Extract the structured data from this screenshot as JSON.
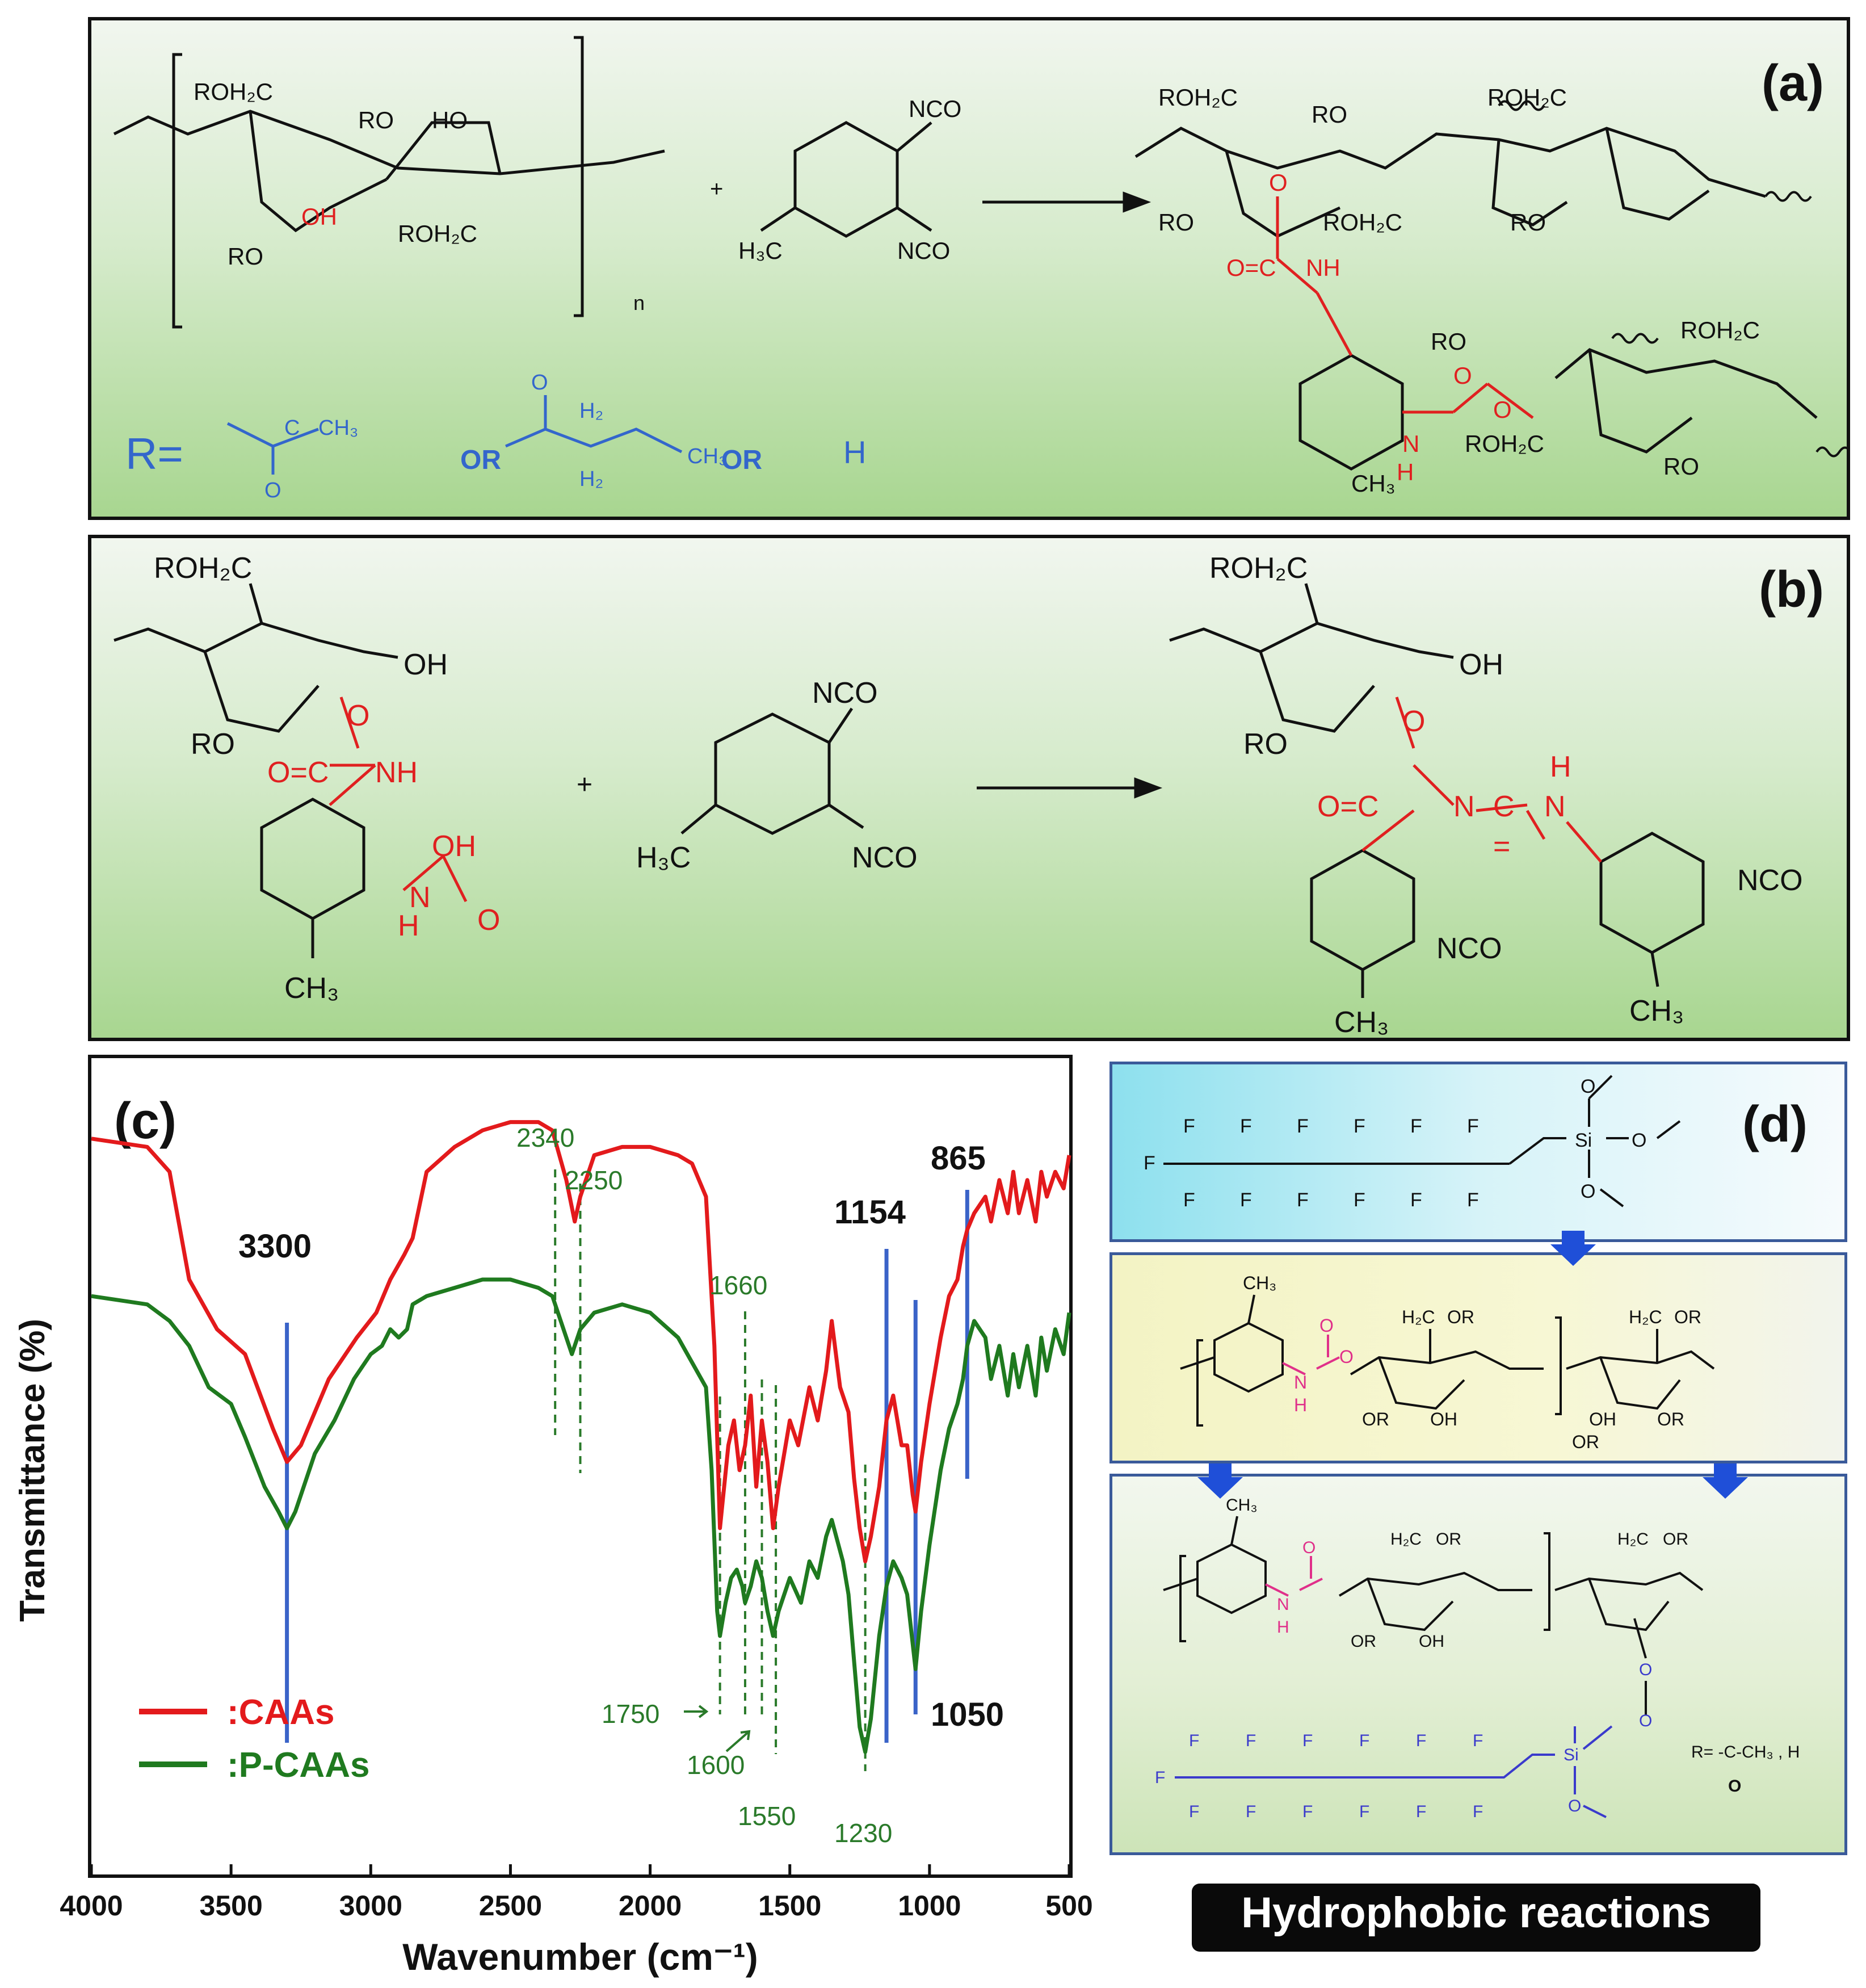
{
  "panel_a": {
    "label": "(a)",
    "n": "n",
    "plus": "+",
    "r_def": "R=",
    "or1": "OR",
    "or2": "OR",
    "h": "H",
    "colors": {
      "red": "#e02020",
      "blue": "#3366cc",
      "black": "#111111"
    }
  },
  "panel_b": {
    "label": "(b)",
    "plus": "+"
  },
  "panel_c": {
    "label": "(c)"
  },
  "panel_d": {
    "label": "(d)",
    "r_def": "R= -C-CH₃ , H",
    "r_o": "O"
  },
  "hydrophobic_bar": "Hydrophobic reactions",
  "chart_data": {
    "type": "line",
    "xlabel": "Wavenumber (cm⁻¹)",
    "ylabel": "Transmittance (%)",
    "xlim": [
      4000,
      500
    ],
    "x_ticks": [
      4000,
      3500,
      3000,
      2500,
      2000,
      1500,
      1000,
      500
    ],
    "series": [
      {
        "name": ":CAAs",
        "color": "#e31a1c",
        "points": [
          [
            4000,
            97
          ],
          [
            3800,
            96
          ],
          [
            3720,
            93
          ],
          [
            3650,
            80
          ],
          [
            3550,
            74
          ],
          [
            3450,
            71
          ],
          [
            3350,
            62
          ],
          [
            3300,
            58
          ],
          [
            3250,
            60
          ],
          [
            3150,
            68
          ],
          [
            3050,
            73
          ],
          [
            2980,
            76
          ],
          [
            2930,
            80
          ],
          [
            2880,
            83
          ],
          [
            2850,
            85
          ],
          [
            2800,
            93
          ],
          [
            2700,
            96
          ],
          [
            2600,
            98
          ],
          [
            2500,
            99
          ],
          [
            2400,
            99
          ],
          [
            2350,
            98
          ],
          [
            2300,
            92
          ],
          [
            2270,
            87
          ],
          [
            2250,
            90
          ],
          [
            2200,
            95
          ],
          [
            2100,
            96
          ],
          [
            2000,
            96
          ],
          [
            1900,
            95
          ],
          [
            1850,
            94
          ],
          [
            1800,
            90
          ],
          [
            1770,
            72
          ],
          [
            1750,
            50
          ],
          [
            1720,
            60
          ],
          [
            1700,
            63
          ],
          [
            1680,
            57
          ],
          [
            1660,
            60
          ],
          [
            1640,
            66
          ],
          [
            1620,
            55
          ],
          [
            1600,
            63
          ],
          [
            1580,
            58
          ],
          [
            1560,
            50
          ],
          [
            1540,
            55
          ],
          [
            1500,
            63
          ],
          [
            1470,
            60
          ],
          [
            1430,
            67
          ],
          [
            1400,
            63
          ],
          [
            1370,
            69
          ],
          [
            1350,
            75
          ],
          [
            1320,
            67
          ],
          [
            1290,
            64
          ],
          [
            1270,
            56
          ],
          [
            1250,
            50
          ],
          [
            1230,
            46
          ],
          [
            1210,
            49
          ],
          [
            1180,
            55
          ],
          [
            1154,
            63
          ],
          [
            1130,
            66
          ],
          [
            1100,
            60
          ],
          [
            1080,
            60
          ],
          [
            1060,
            54
          ],
          [
            1050,
            52
          ],
          [
            1030,
            58
          ],
          [
            1000,
            65
          ],
          [
            960,
            73
          ],
          [
            930,
            78
          ],
          [
            900,
            80
          ],
          [
            880,
            84
          ],
          [
            865,
            86
          ],
          [
            840,
            88
          ],
          [
            800,
            90
          ],
          [
            780,
            87
          ],
          [
            750,
            92
          ],
          [
            720,
            88
          ],
          [
            700,
            93
          ],
          [
            680,
            88
          ],
          [
            650,
            92
          ],
          [
            620,
            87
          ],
          [
            600,
            93
          ],
          [
            580,
            90
          ],
          [
            550,
            93
          ],
          [
            520,
            91
          ],
          [
            500,
            95
          ]
        ]
      },
      {
        "name": ":P-CAAs",
        "color": "#1f7a1f",
        "points": [
          [
            4000,
            78
          ],
          [
            3800,
            77
          ],
          [
            3720,
            75
          ],
          [
            3650,
            72
          ],
          [
            3580,
            67
          ],
          [
            3500,
            65
          ],
          [
            3450,
            61
          ],
          [
            3380,
            55
          ],
          [
            3330,
            52
          ],
          [
            3300,
            50
          ],
          [
            3270,
            52
          ],
          [
            3200,
            59
          ],
          [
            3130,
            63
          ],
          [
            3060,
            68
          ],
          [
            3000,
            71
          ],
          [
            2960,
            72
          ],
          [
            2930,
            74
          ],
          [
            2900,
            73
          ],
          [
            2870,
            74
          ],
          [
            2850,
            77
          ],
          [
            2800,
            78
          ],
          [
            2700,
            79
          ],
          [
            2600,
            80
          ],
          [
            2500,
            80
          ],
          [
            2400,
            79
          ],
          [
            2350,
            78
          ],
          [
            2300,
            73
          ],
          [
            2280,
            71
          ],
          [
            2250,
            74
          ],
          [
            2200,
            76
          ],
          [
            2100,
            77
          ],
          [
            2000,
            76
          ],
          [
            1900,
            73
          ],
          [
            1850,
            70
          ],
          [
            1800,
            67
          ],
          [
            1780,
            57
          ],
          [
            1760,
            40
          ],
          [
            1750,
            37
          ],
          [
            1730,
            41
          ],
          [
            1710,
            44
          ],
          [
            1690,
            45
          ],
          [
            1670,
            43
          ],
          [
            1660,
            41
          ],
          [
            1640,
            43
          ],
          [
            1620,
            46
          ],
          [
            1600,
            44
          ],
          [
            1580,
            40
          ],
          [
            1560,
            37
          ],
          [
            1540,
            40
          ],
          [
            1500,
            44
          ],
          [
            1460,
            41
          ],
          [
            1430,
            46
          ],
          [
            1400,
            44
          ],
          [
            1370,
            49
          ],
          [
            1350,
            51
          ],
          [
            1310,
            46
          ],
          [
            1290,
            42
          ],
          [
            1270,
            34
          ],
          [
            1250,
            26
          ],
          [
            1230,
            23
          ],
          [
            1210,
            27
          ],
          [
            1180,
            37
          ],
          [
            1154,
            43
          ],
          [
            1130,
            46
          ],
          [
            1100,
            44
          ],
          [
            1080,
            42
          ],
          [
            1060,
            36
          ],
          [
            1050,
            33
          ],
          [
            1030,
            40
          ],
          [
            1000,
            48
          ],
          [
            960,
            57
          ],
          [
            930,
            62
          ],
          [
            900,
            65
          ],
          [
            880,
            68
          ],
          [
            865,
            72
          ],
          [
            840,
            75
          ],
          [
            800,
            73
          ],
          [
            780,
            68
          ],
          [
            750,
            72
          ],
          [
            720,
            66
          ],
          [
            700,
            71
          ],
          [
            680,
            67
          ],
          [
            650,
            72
          ],
          [
            620,
            66
          ],
          [
            600,
            73
          ],
          [
            580,
            69
          ],
          [
            550,
            74
          ],
          [
            520,
            71
          ],
          [
            500,
            76
          ]
        ]
      }
    ],
    "peak_labels_black": [
      "3300",
      "1154",
      "865",
      "1050"
    ],
    "peak_labels_green": [
      "2340",
      "2250",
      "1660",
      "1750",
      "1600",
      "1550",
      "1230"
    ],
    "legend": [
      ":CAAs",
      ":P-CAAs"
    ],
    "legend_placement": "bottom-left",
    "grid": false
  }
}
